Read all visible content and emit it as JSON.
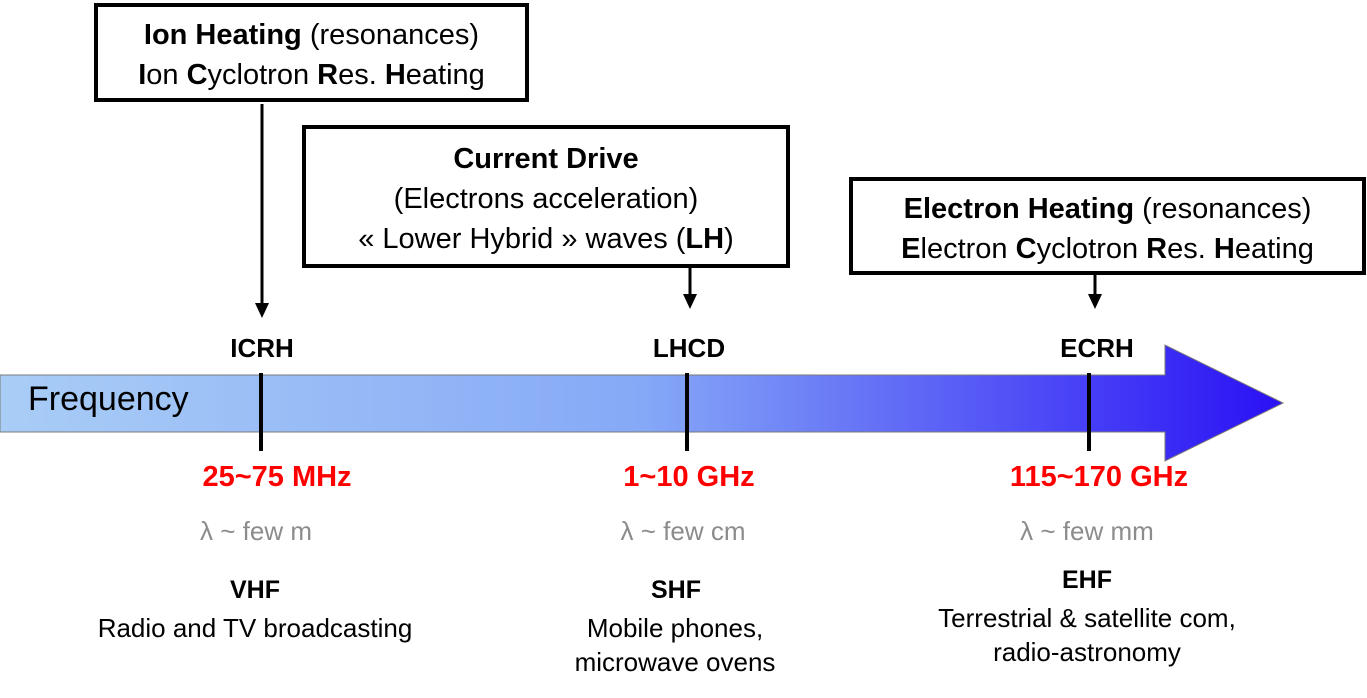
{
  "boxes": {
    "ion": {
      "l1_bold": "Ion Heating",
      "l1_rest": " (resonances)",
      "l2": [
        {
          "b": "I"
        },
        {
          "t": "on "
        },
        {
          "b": "C"
        },
        {
          "t": "yclotron "
        },
        {
          "b": "R"
        },
        {
          "t": "es. "
        },
        {
          "b": "H"
        },
        {
          "t": "eating"
        }
      ]
    },
    "cd": {
      "title": "Current Drive",
      "sub": "(Electrons acceleration)",
      "l3_pre": "« Lower Hybrid » waves (",
      "l3_bold": "LH",
      "l3_post": ")"
    },
    "electron": {
      "l1_bold": "Electron Heating",
      "l1_rest": " (resonances)",
      "l2": [
        {
          "b": "E"
        },
        {
          "t": "lectron "
        },
        {
          "b": "C"
        },
        {
          "t": "yclotron "
        },
        {
          "b": "R"
        },
        {
          "t": "es. "
        },
        {
          "b": "H"
        },
        {
          "t": "eating"
        }
      ]
    }
  },
  "axis": {
    "label": "Frequency"
  },
  "markers": [
    {
      "abbr": "ICRH",
      "freq": "25~75 MHz",
      "lambda": "λ ~ few m",
      "band": "VHF",
      "use": [
        "Radio and TV broadcasting"
      ]
    },
    {
      "abbr": "LHCD",
      "freq": "1~10 GHz",
      "lambda": "λ ~ few cm",
      "band": "SHF",
      "use": [
        "Mobile phones,",
        "microwave ovens"
      ]
    },
    {
      "abbr": "ECRH",
      "freq": "115~170 GHz",
      "lambda": "λ ~ few mm",
      "band": "EHF",
      "use": [
        "Terrestrial & satellite com,",
        "radio-astronomy"
      ]
    }
  ],
  "colors": {
    "arrow_start": "#a9cdf6",
    "arrow_mid": "#86a9f7",
    "arrow_end": "#2a10f5",
    "freq_text": "#ff0000",
    "lambda_text": "#8c8c8c"
  }
}
